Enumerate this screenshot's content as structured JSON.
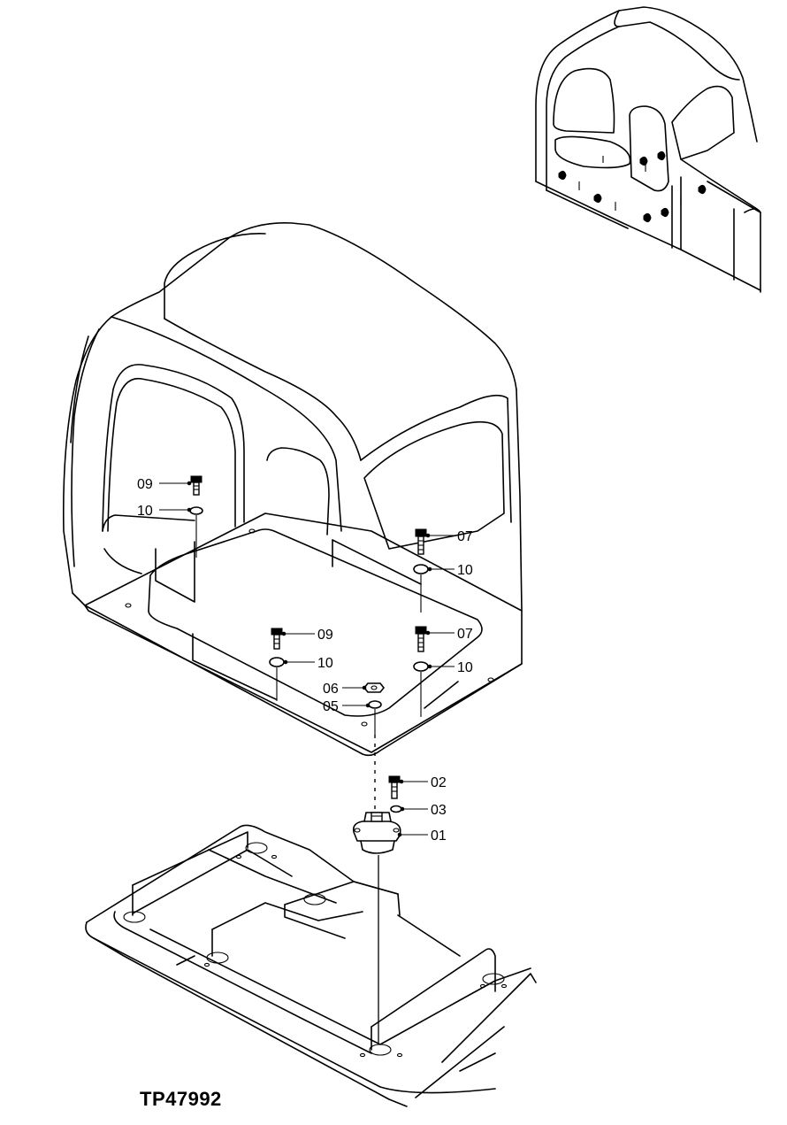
{
  "figure_ref": "TP47992",
  "callouts": [
    {
      "id": "c1",
      "label": "09"
    },
    {
      "id": "c2",
      "label": "10"
    },
    {
      "id": "c3",
      "label": "07"
    },
    {
      "id": "c4",
      "label": "10"
    },
    {
      "id": "c5",
      "label": "09"
    },
    {
      "id": "c6",
      "label": "10"
    },
    {
      "id": "c7",
      "label": "07"
    },
    {
      "id": "c8",
      "label": "10"
    },
    {
      "id": "c9",
      "label": "06"
    },
    {
      "id": "c10",
      "label": "05"
    },
    {
      "id": "c11",
      "label": "02"
    },
    {
      "id": "c12",
      "label": "03"
    },
    {
      "id": "c13",
      "label": "01"
    }
  ]
}
